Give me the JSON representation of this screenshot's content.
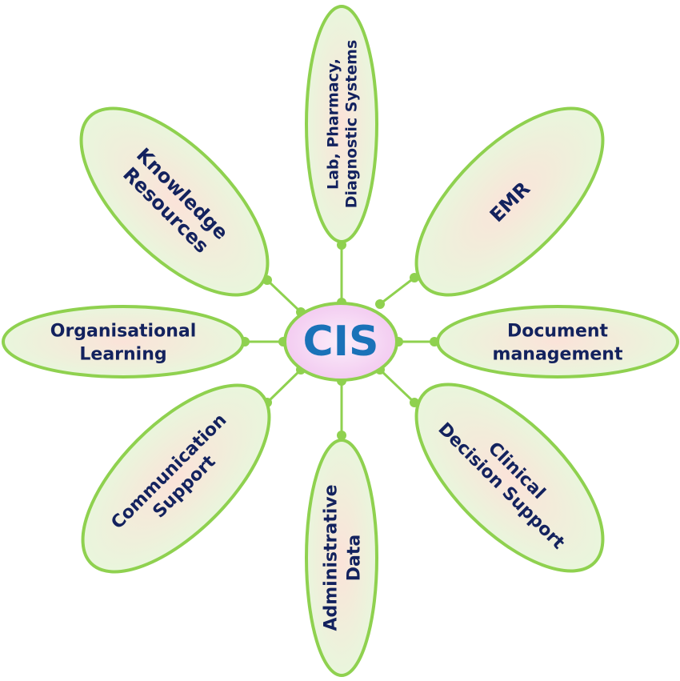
{
  "hub": {
    "label": "CIS",
    "fill": "#f2c8f0",
    "border": "#8fd14f",
    "text_color": "#1a72b8"
  },
  "petal_style": {
    "fill": "#e9f6dc",
    "glow": "#fbe3d9",
    "border": "#8fd14f",
    "text_color": "#13225e"
  },
  "petals": [
    {
      "id": "lab",
      "lines": [
        "Lab, Pharmacy,",
        "Diagnostic Systems"
      ]
    },
    {
      "id": "emr",
      "lines": [
        "EMR"
      ]
    },
    {
      "id": "document-management",
      "lines": [
        "Document",
        "management"
      ]
    },
    {
      "id": "clinical-decision-support",
      "lines": [
        "Clinical",
        "Decision Support"
      ]
    },
    {
      "id": "administrative-data",
      "lines": [
        "Administrative",
        "Data"
      ]
    },
    {
      "id": "communication-support",
      "lines": [
        "Communication",
        "Support"
      ]
    },
    {
      "id": "organisational-learning",
      "lines": [
        "Organisational",
        "Learning"
      ]
    },
    {
      "id": "knowledge-resources",
      "lines": [
        "Knowledge",
        "Resources"
      ]
    }
  ]
}
